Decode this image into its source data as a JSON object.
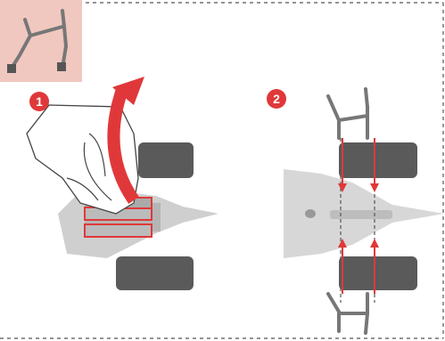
{
  "colors": {
    "accent": "#e0383a",
    "thumb_background": "#f0c8bf",
    "dash_border": "#555555",
    "tire": "#5a5a5a",
    "body": "#cfcfcf"
  },
  "steps": [
    {
      "number": "1",
      "icon": "step-one-badge"
    },
    {
      "number": "2",
      "icon": "step-two-badge"
    }
  ],
  "icons": [
    "wheel-strut-thumbnail",
    "curved-arrow-icon",
    "hand-illustration",
    "insert-arrows-icon"
  ]
}
